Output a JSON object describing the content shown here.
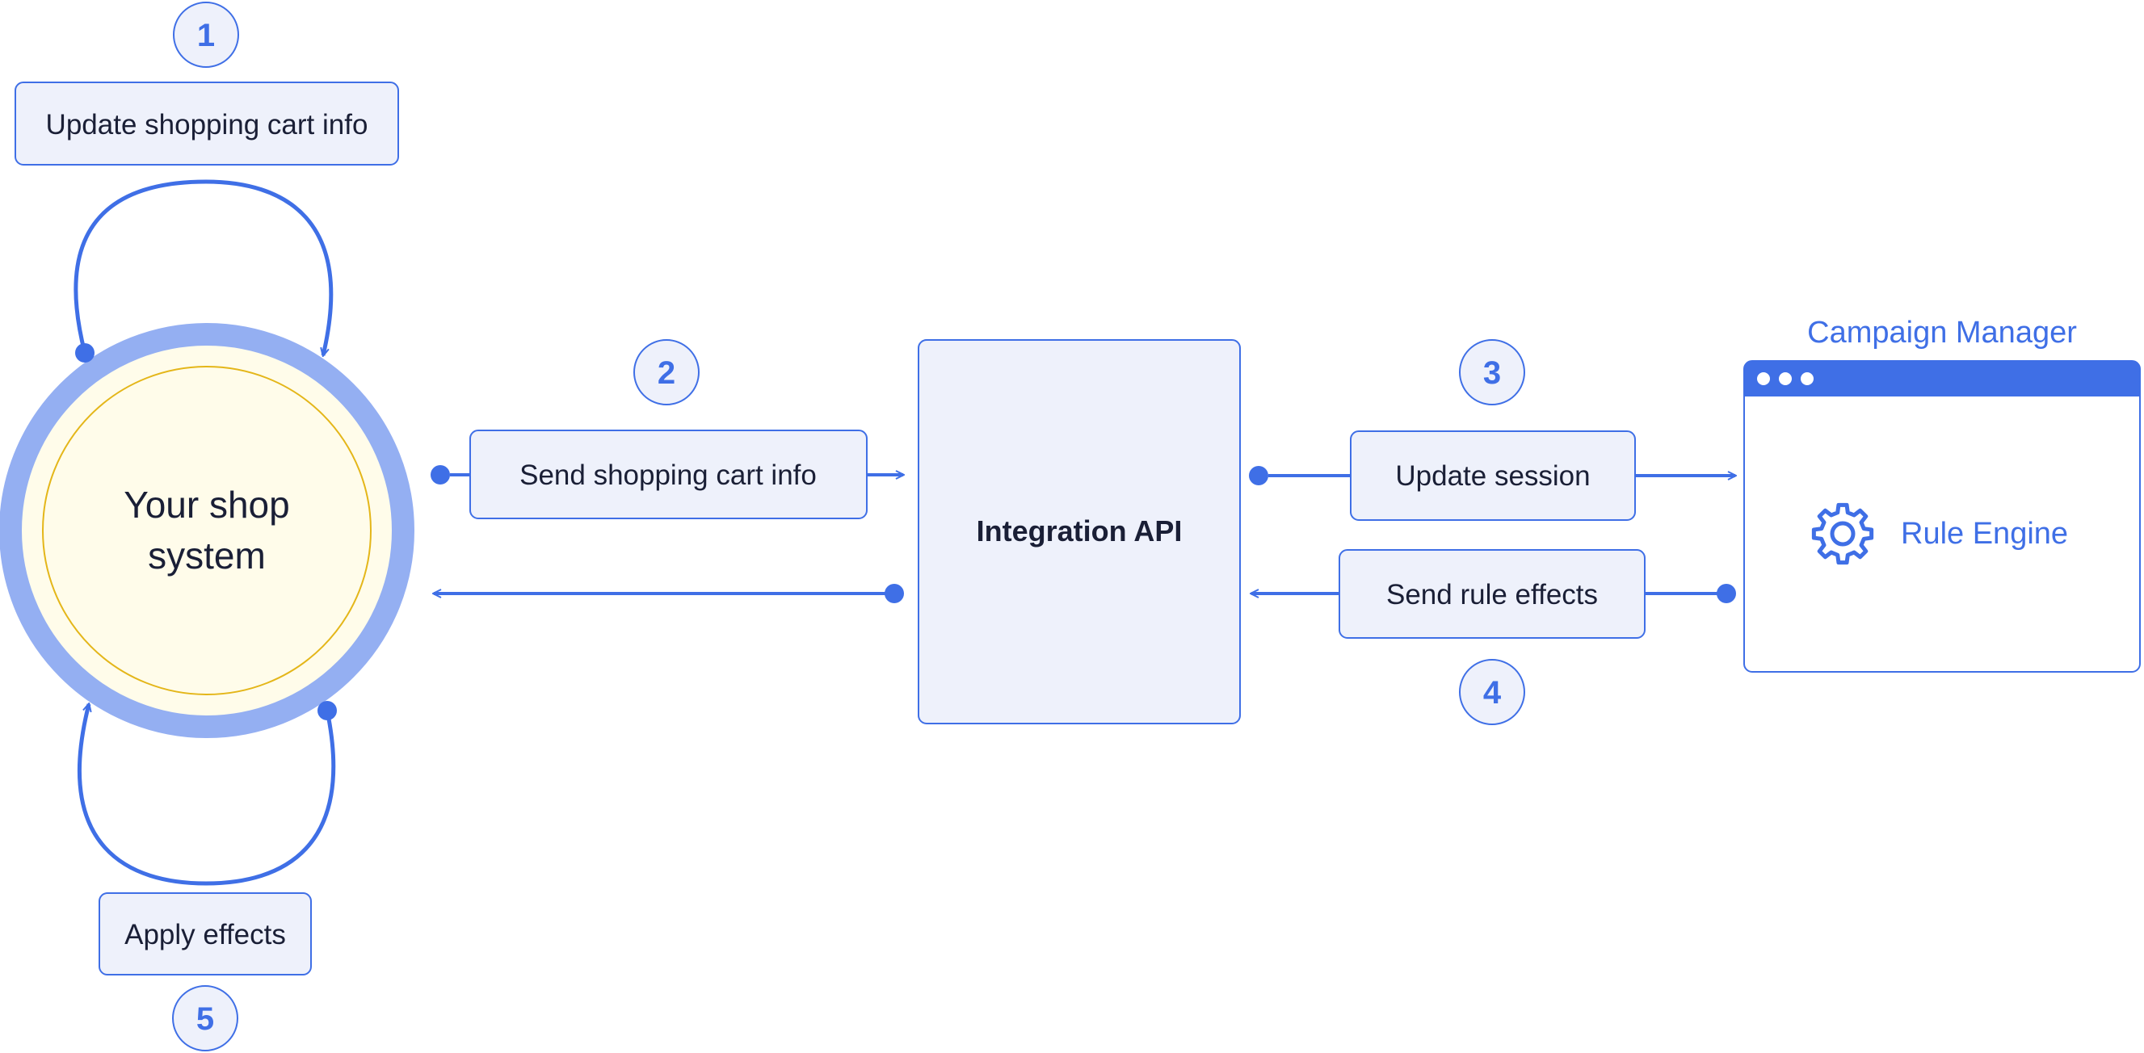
{
  "colors": {
    "accent": "#3f6fe6",
    "box_fill": "#eef1fb",
    "box_border": "#3f6fe6",
    "ring_outer": "#94aff2",
    "ring_inner_fill": "#fffcea",
    "ring_inner_stroke": "#e4b619",
    "text_dark": "#1a1f36",
    "text_accent": "#3f6fe6",
    "background": "#ffffff"
  },
  "steps": {
    "one": "1",
    "two": "2",
    "three": "3",
    "four": "4",
    "five": "5"
  },
  "shop": {
    "line1": "Your shop",
    "line2": "system"
  },
  "labels": {
    "update_cart": "Update shopping cart info",
    "send_cart": "Send shopping cart info",
    "integration_api": "Integration API",
    "update_session": "Update session",
    "send_effects": "Send rule effects",
    "apply_effects": "Apply effects"
  },
  "campaign_manager": {
    "title": "Campaign Manager",
    "rule_engine": "Rule Engine",
    "icon": "gear-icon"
  }
}
